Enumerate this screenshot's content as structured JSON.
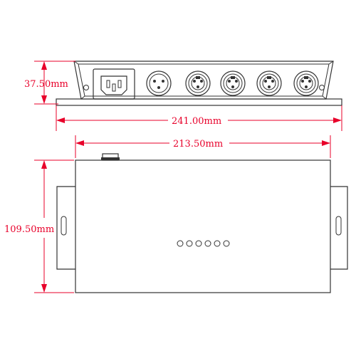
{
  "dimensions": {
    "front_height": "37.50mm",
    "front_width": "241.00mm",
    "top_width": "213.50mm",
    "top_depth": "109.50mm"
  },
  "colors": {
    "dimension": "#e8002a",
    "outline": "#333333"
  },
  "front_view": {
    "connectors": [
      "iec-power-inlet",
      "xlr-input",
      "xlr-output-1",
      "xlr-output-2",
      "xlr-output-3",
      "xlr-output-4"
    ]
  },
  "top_view": {
    "indicator_led_count": 6
  }
}
